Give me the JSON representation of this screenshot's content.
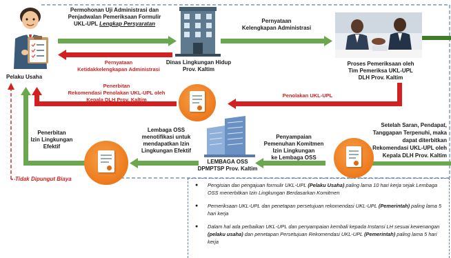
{
  "actors": {
    "pelaku_usaha": "Pelaku Usaha",
    "dlh": "Dinas Lingkungan Hidup\nProv. Kaltim",
    "tim": "Proses Pemeriksaan oleh\nTim Pemeriksa UKL-UPL\nDLH  Prov. Kaltim",
    "oss": "LEMBAGA OSS\nDPMPTSP Prov. Kaltim"
  },
  "steps": {
    "permohonan_1": "Permohonan Uji Administrasi dan",
    "permohonan_2": "Penjadwalan Pemeriksaan Formulir",
    "permohonan_3a": "UKL-UPL ",
    "permohonan_3b": "Lengkap Persyaratan",
    "tidak_lengkap": "Pernyataan\nKetidakkelengkapan Administrasi",
    "lengkap": "Pernyataan\nKelengkapan Administrasi",
    "penolakan_rek": "Penerbitan\nRekomendasi Penolakan UKL-UPL oleh\nKepala DLH Prov. Kaltim",
    "penolakan": "Penolakan UKL-UPL",
    "rekomendasi": "Setelah Saran, Pendapat,\nTanggapan Terpenuhi, maka\ndapat diterbitkan\nRekomendasi UKL-UPL oleh\nKepala DLH Prov. Kaltim",
    "penyampaian": "Penyampaian\nPemenuhan Komitmen\nIzin Lingkungan\nke Lembaga OSS",
    "notifikasi": "Lembaga OSS\nmenotifikasi untuk\nmendapatkan Izin\nLingkungan Efektif",
    "izin": "Penerbitan\nIzin Lingkungan\nEfektif",
    "biaya": "Tidak Dipungut Biaya"
  },
  "notes": [
    {
      "a": "Pengisian dan pengajuan formulir UKL-UPL ",
      "b": "(Pelaku Usaha)",
      "c": " paling lama 10 hari kerja sejak Lembaga OSS menerbitkan Izin Lingkungan Berdasarkan Komitmen"
    },
    {
      "a": "Pemeriksaan UKL-UPL dan penetapan persetujuan rekomendasi UKL-UPL ",
      "b": "(Pemerintah)",
      "c": " paling lama 5 hari kerja"
    },
    {
      "a": "Dalam hal ada perbaikan UKL-UPL dan penyampaian kembali kepada Instansi LH sesuai kewenangan ",
      "b": "(pelaku usaha)",
      "c": " dan penetapan Persetujuan Rekomendasi UKL-UPL ",
      "d": "(Pemerintah)",
      "e": " paling lama 5 hari kerja"
    }
  ],
  "colors": {
    "green": "#6aa84f",
    "red": "#d32020",
    "orange": "#ef7f22",
    "blue_dash": "#5b7fb0"
  }
}
